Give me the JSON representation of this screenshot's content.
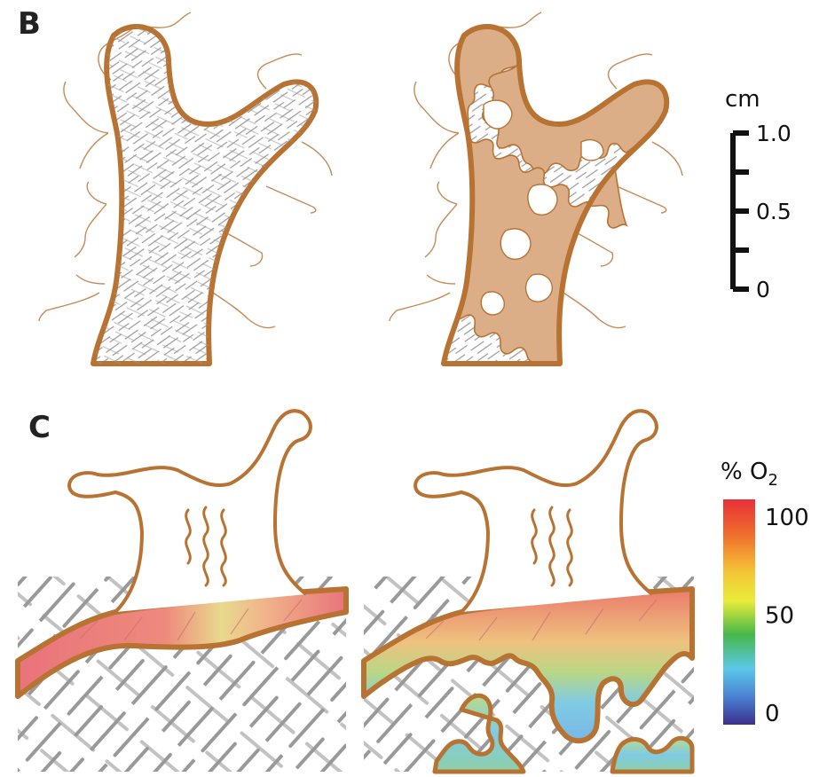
{
  "panels": {
    "b": {
      "letter": "B"
    },
    "c": {
      "letter": "C"
    }
  },
  "scale_bar": {
    "unit": "cm",
    "ticks": [
      {
        "value": 1.0,
        "label": "1.0"
      },
      {
        "value": 0.75,
        "label": ""
      },
      {
        "value": 0.5,
        "label": "0.5"
      },
      {
        "value": 0.25,
        "label": ""
      },
      {
        "value": 0,
        "label": "0"
      }
    ]
  },
  "color_bar": {
    "title_prefix": "% O",
    "title_subscript": "2",
    "min": 0,
    "max": 100,
    "labels": [
      {
        "value": 100,
        "text": "100"
      },
      {
        "value": 50,
        "text": "50"
      },
      {
        "value": 0,
        "text": "0"
      }
    ],
    "stops": [
      "#e8303a",
      "#ef6b2c",
      "#f4c436",
      "#e9ec3b",
      "#46b749",
      "#5bc8e8",
      "#4a7fd1",
      "#3b2f8c"
    ]
  },
  "colors": {
    "tissue_outline": "#b87333",
    "tissue_fill": "#dcae88",
    "tissue_fill_light": "#f2dcc8",
    "fibers": "#9a9a9a",
    "fibers_dark": "#8d8d8d",
    "text": "#111111"
  }
}
